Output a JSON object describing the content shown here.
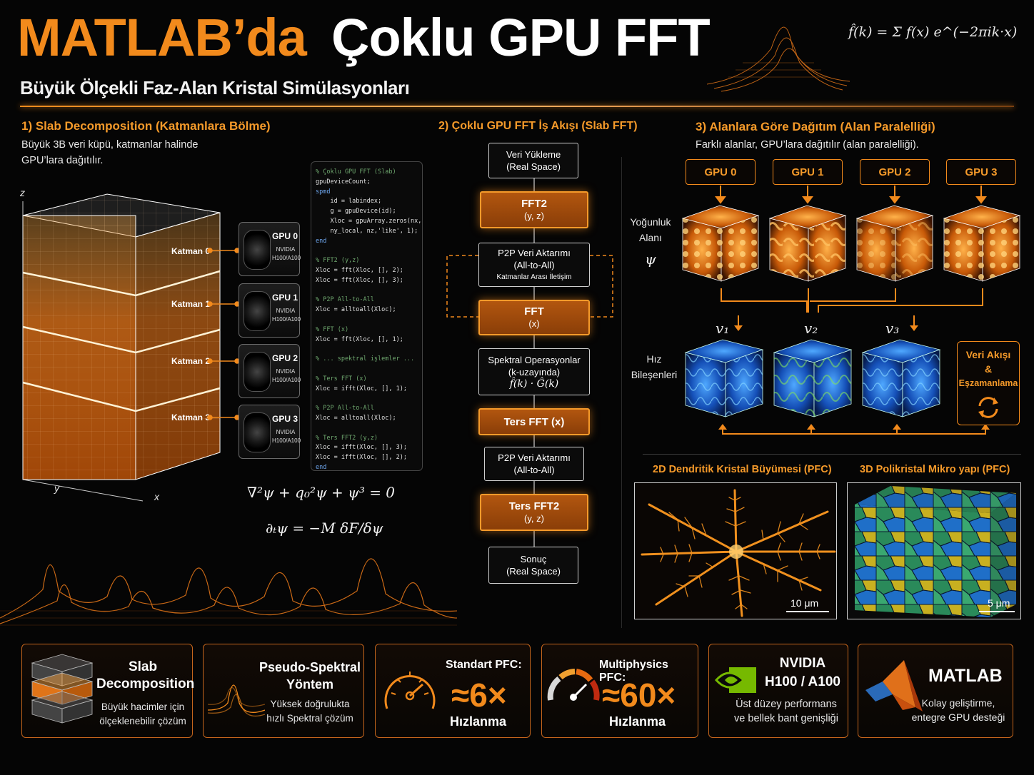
{
  "header": {
    "title_part1": "MATLAB’da",
    "title_part2": "Çoklu GPU FFT",
    "subtitle": "Büyük Ölçekli Faz-Alan Kristal Simülasyonları",
    "formula": "f̂(k) = Σ f(x) e^(−2πik·x)"
  },
  "section1": {
    "title": "1) Slab Decomposition (Katmanlara Bölme)",
    "desc_line1": "Büyük 3B veri küpü, katmanlar halinde",
    "desc_line2": "GPU’lara dağıtılır.",
    "axis_z": "z",
    "axis_y": "y",
    "axis_x": "x",
    "layers": [
      "Katman 0",
      "Katman 1",
      "Katman 2",
      "Katman 3"
    ],
    "gpus": [
      {
        "name": "GPU 0",
        "model1": "NVIDIA",
        "model2": "H100/A100"
      },
      {
        "name": "GPU 1",
        "model1": "NVIDIA",
        "model2": "H100/A100"
      },
      {
        "name": "GPU 2",
        "model1": "NVIDIA",
        "model2": "H100/A100"
      },
      {
        "name": "GPU 3",
        "model1": "NVIDIA",
        "model2": "H100/A100"
      }
    ],
    "code": [
      {
        "t": "% Çoklu GPU FFT (Slab)",
        "c": "cm"
      },
      {
        "t": "gpuDeviceCount;",
        "c": ""
      },
      {
        "t": "spmd",
        "c": "kw"
      },
      {
        "t": "    id = labindex;",
        "c": ""
      },
      {
        "t": "    g = gpuDevice(id);",
        "c": ""
      },
      {
        "t": "    Xloc = gpuArray.zeros(nx,",
        "c": ""
      },
      {
        "t": "    ny_local, nz,'like', 1);",
        "c": ""
      },
      {
        "t": "end",
        "c": "kw"
      },
      {
        "t": "",
        "c": ""
      },
      {
        "t": "% FFT2 (y,z)",
        "c": "cm"
      },
      {
        "t": "Xloc = fft(Xloc, [], 2);",
        "c": ""
      },
      {
        "t": "Xloc = fft(Xloc, [], 3);",
        "c": ""
      },
      {
        "t": "",
        "c": ""
      },
      {
        "t": "% P2P All-to-All",
        "c": "cm"
      },
      {
        "t": "Xloc = alltoall(Xloc);",
        "c": ""
      },
      {
        "t": "",
        "c": ""
      },
      {
        "t": "% FFT (x)",
        "c": "cm"
      },
      {
        "t": "Xloc = fft(Xloc, [], 1);",
        "c": ""
      },
      {
        "t": "",
        "c": ""
      },
      {
        "t": "% ... spektral işlemler ...",
        "c": "cm"
      },
      {
        "t": "",
        "c": ""
      },
      {
        "t": "% Ters FFT (x)",
        "c": "cm"
      },
      {
        "t": "Xloc = ifft(Xloc, [], 1);",
        "c": ""
      },
      {
        "t": "",
        "c": ""
      },
      {
        "t": "% P2P All-to-All",
        "c": "cm"
      },
      {
        "t": "Xloc = alltoall(Xloc);",
        "c": ""
      },
      {
        "t": "",
        "c": ""
      },
      {
        "t": "% Ters FFT2 (y,z)",
        "c": "cm"
      },
      {
        "t": "Xloc = ifft(Xloc, [], 3);",
        "c": ""
      },
      {
        "t": "Xloc = ifft(Xloc, [], 2);",
        "c": ""
      },
      {
        "t": "end",
        "c": "kw"
      }
    ],
    "eq1": "∇²ψ + q₀²ψ + ψ³ = 0",
    "eq2": "∂ₜψ = −M δF/δψ"
  },
  "section2": {
    "title": "2) Çoklu GPU FFT İş Akışı (Slab FFT)",
    "steps": [
      {
        "l1": "Veri Yükleme",
        "l2": "(Real Space)",
        "l3": ""
      },
      {
        "l1": "FFT2",
        "l2": "(y, z)",
        "l3": ""
      },
      {
        "l1": "P2P Veri Aktarımı",
        "l2": "(All-to-All)",
        "l3": "Katmanlar Arası İletişim"
      },
      {
        "l1": "FFT",
        "l2": "(x)",
        "l3": ""
      },
      {
        "l1": "Spektral Operasyonlar",
        "l2": "(k-uzayında)",
        "l3": "f̂(k) · Ĝ(k)"
      },
      {
        "l1": "Ters FFT (x)",
        "l2": "",
        "l3": ""
      },
      {
        "l1": "P2P Veri Aktarımı",
        "l2": "(All-to-All)",
        "l3": ""
      },
      {
        "l1": "Ters FFT2",
        "l2": "(y, z)",
        "l3": ""
      },
      {
        "l1": "Sonuç",
        "l2": "(Real Space)",
        "l3": ""
      }
    ]
  },
  "section3": {
    "title": "3) Alanlara Göre Dağıtım (Alan Paralelliği)",
    "desc": "Farklı alanlar, GPU’lara dağıtılır (alan paralelliği).",
    "gpus": [
      "GPU 0",
      "GPU 1",
      "GPU 2",
      "GPU 3"
    ],
    "density_label1": "Yoğunluk",
    "density_label2": "Alanı",
    "density_symbol": "ψ",
    "velocity_label1": "Hız",
    "velocity_label2": "Bileşenleri",
    "velocity_symbols": [
      "v₁",
      "v₂",
      "v₃"
    ],
    "sync_label1": "Veri Akışı",
    "sync_label2": "&",
    "sync_label3": "Eşzamanlama"
  },
  "results": {
    "left_title": "2D Dendritik Kristal Büyümesi (PFC)",
    "left_scale": "10 μm",
    "right_title": "3D Polikristal Mikro yapı (PFC)",
    "right_scale": "5 μm"
  },
  "cards": {
    "slab": {
      "title1": "Slab",
      "title2": "Decomposition",
      "desc1": "Büyük hacimler için",
      "desc2": "ölçeklenebilir çözüm"
    },
    "pseudo": {
      "title1": "Pseudo-Spektral",
      "title2": "Yöntem",
      "desc1": "Yüksek doğrulukta",
      "desc2": "hızlı Spektral çözüm"
    },
    "standard": {
      "label": "Standart PFC:",
      "value": "≈6×",
      "unit": "Hızlanma"
    },
    "multi": {
      "label": "Multiphysics PFC:",
      "value": "≈60×",
      "unit": "Hızlanma"
    },
    "nvidia": {
      "title1": "NVIDIA",
      "title2": "H100 / A100",
      "desc1": "Üst düzey performans",
      "desc2": "ve bellek bant genişliği"
    },
    "matlab": {
      "title": "MATLAB",
      "desc1": "Kolay geliştirme,",
      "desc2": "entegre GPU desteği"
    }
  },
  "colors": {
    "accent": "#f28a1c",
    "background": "#050505",
    "velocity": "#1e6fd0"
  }
}
